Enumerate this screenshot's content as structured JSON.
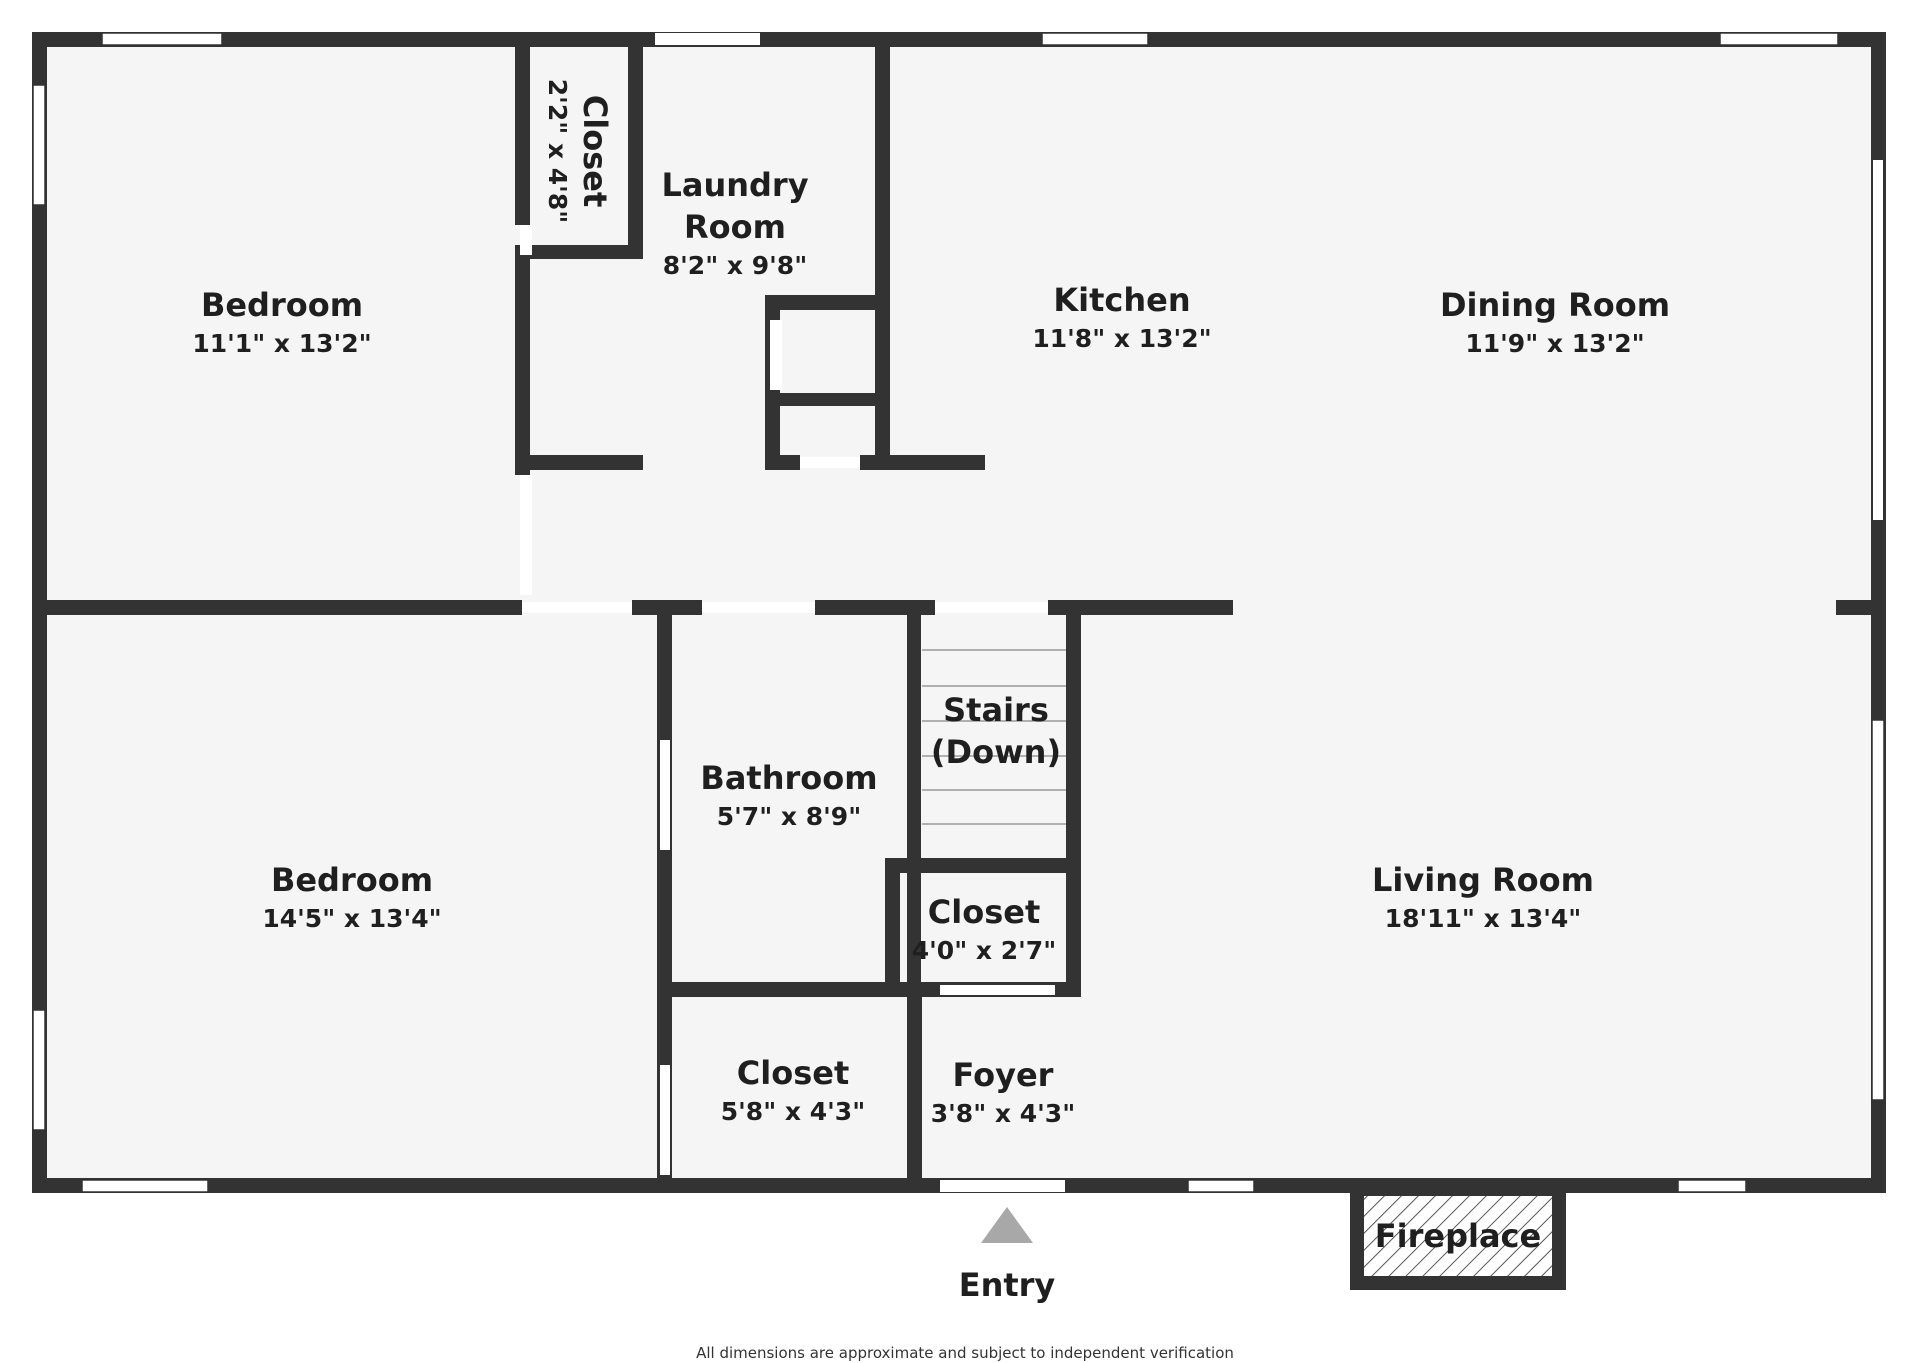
{
  "colors": {
    "wall": "#333333",
    "floor": "#f5f5f5",
    "window": "#ffffff",
    "entry_arrow": "#a8a8a8"
  },
  "rooms": {
    "bedroom_top": {
      "name": "Bedroom",
      "dims": "11'1\" x 13'2\""
    },
    "closet_small": {
      "name": "Closet",
      "dims": "2'2\" x 4'8\""
    },
    "laundry": {
      "name_line1": "Laundry",
      "name_line2": "Room",
      "dims": "8'2\" x 9'8\""
    },
    "kitchen": {
      "name": "Kitchen",
      "dims": "11'8\" x 13'2\""
    },
    "dining": {
      "name": "Dining Room",
      "dims": "11'9\" x 13'2\""
    },
    "bedroom_bottom": {
      "name": "Bedroom",
      "dims": "14'5\" x 13'4\""
    },
    "bathroom": {
      "name": "Bathroom",
      "dims": "5'7\" x 8'9\""
    },
    "stairs": {
      "name_line1": "Stairs",
      "name_line2": "(Down)"
    },
    "closet_mid": {
      "name": "Closet",
      "dims": "4'0\" x 2'7\""
    },
    "closet_bottom": {
      "name": "Closet",
      "dims": "5'8\" x 4'3\""
    },
    "foyer": {
      "name": "Foyer",
      "dims": "3'8\" x 4'3\""
    },
    "living": {
      "name": "Living Room",
      "dims": "18'11\" x 13'4\""
    }
  },
  "fireplace": {
    "label": "Fireplace"
  },
  "entry": {
    "label": "Entry"
  },
  "disclaimer": "All dimensions are approximate and subject to independent verification"
}
